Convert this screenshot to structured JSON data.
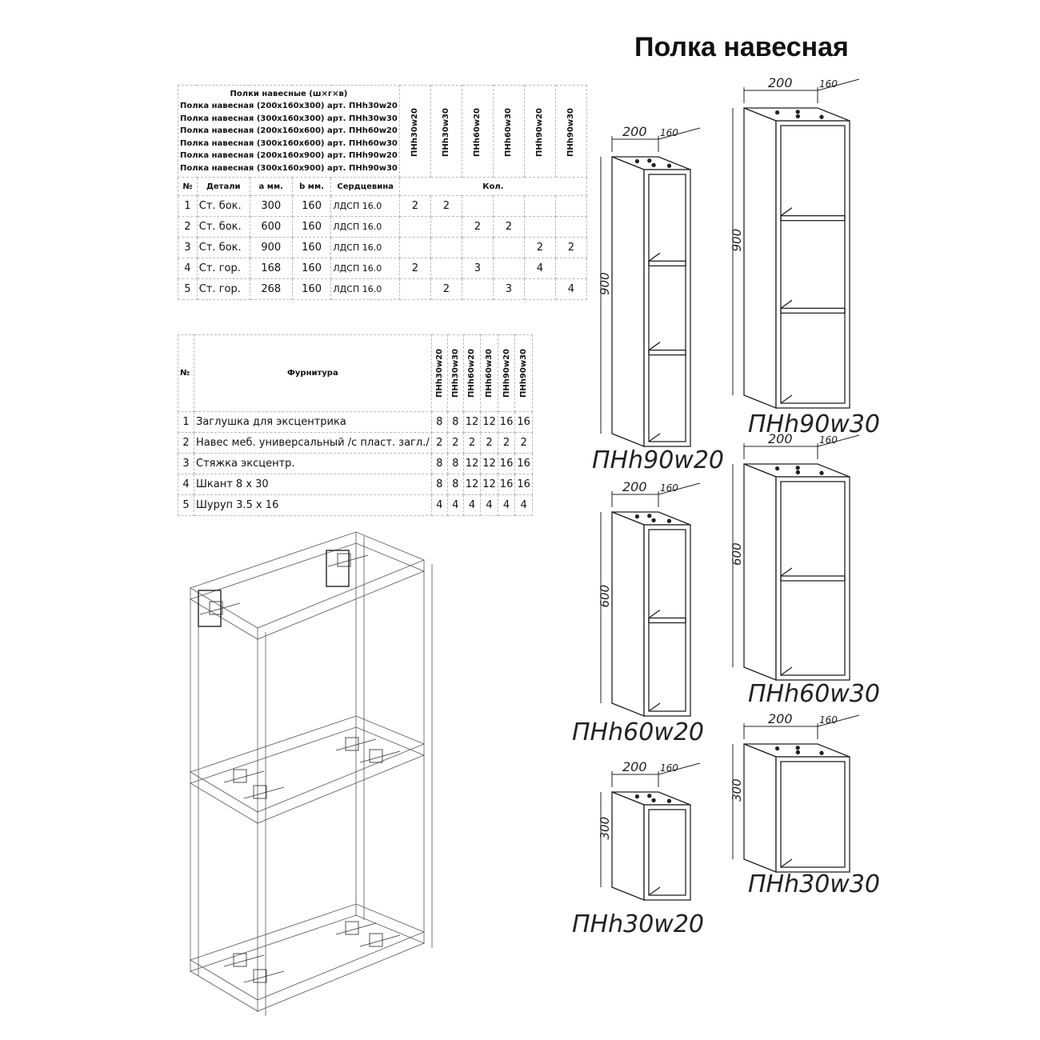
{
  "title": "Полка навесная",
  "parts_table": {
    "caption": "Полки навесные (ш×г×в)",
    "models": [
      "Полка навесная (200x160x300) арт. ПНh30w20",
      "Полка навесная (300x160x300) арт. ПНh30w30",
      "Полка навесная (200x160x600) арт. ПНh60w20",
      "Полка навесная (300x160x600) арт. ПНh60w30",
      "Полка навесная (200x160x900) арт. ПНh90w20",
      "Полка навесная (300x160x900) арт. ПНh90w30"
    ],
    "codes": [
      "ПНh30w20",
      "ПНh30w30",
      "ПНh60w20",
      "ПНh60w30",
      "ПНh90w20",
      "ПНh90w30"
    ],
    "headers": {
      "no": "№",
      "part": "Детали",
      "a": "a мм.",
      "b": "b мм.",
      "core": "Сердцевина",
      "qty": "Кол."
    },
    "rows": [
      {
        "no": "1",
        "part": "Ст. бок.",
        "a": "300",
        "b": "160",
        "core": "ЛДСП 16.0",
        "q": [
          "2",
          "2",
          "",
          "",
          "",
          ""
        ]
      },
      {
        "no": "2",
        "part": "Ст. бок.",
        "a": "600",
        "b": "160",
        "core": "ЛДСП 16.0",
        "q": [
          "",
          "",
          "2",
          "2",
          "",
          ""
        ]
      },
      {
        "no": "3",
        "part": "Ст. бок.",
        "a": "900",
        "b": "160",
        "core": "ЛДСП 16.0",
        "q": [
          "",
          "",
          "",
          "",
          "2",
          "2"
        ]
      },
      {
        "no": "4",
        "part": "Ст. гор.",
        "a": "168",
        "b": "160",
        "core": "ЛДСП 16.0",
        "q": [
          "2",
          "",
          "3",
          "",
          "4",
          ""
        ]
      },
      {
        "no": "5",
        "part": "Ст. гор.",
        "a": "268",
        "b": "160",
        "core": "ЛДСП 16.0",
        "q": [
          "",
          "2",
          "",
          "3",
          "",
          "4"
        ]
      }
    ]
  },
  "hardware_table": {
    "headers": {
      "no": "№",
      "item": "Фурнитура"
    },
    "codes": [
      "ПНh30w20",
      "ПНh30w30",
      "ПНh60w20",
      "ПНh60w30",
      "ПНh90w20",
      "ПНh90w30"
    ],
    "rows": [
      {
        "no": "1",
        "item": "Заглушка для эксцентрика",
        "q": [
          "8",
          "8",
          "12",
          "12",
          "16",
          "16"
        ]
      },
      {
        "no": "2",
        "item": "Навес меб. универсальный /с пласт. загл./",
        "q": [
          "2",
          "2",
          "2",
          "2",
          "2",
          "2"
        ]
      },
      {
        "no": "3",
        "item": "Стяжка эксцентр.",
        "q": [
          "8",
          "8",
          "12",
          "12",
          "16",
          "16"
        ]
      },
      {
        "no": "4",
        "item": "Шкант 8 x 30",
        "q": [
          "8",
          "8",
          "12",
          "12",
          "16",
          "16"
        ]
      },
      {
        "no": "5",
        "item": "Шуруп 3.5 x 16",
        "q": [
          "4",
          "4",
          "4",
          "4",
          "4",
          "4"
        ]
      }
    ]
  },
  "drawings": [
    {
      "label": "ПНh90w20",
      "width": "200",
      "depth": "160",
      "height": "900",
      "compartments": 3
    },
    {
      "label": "ПНh90w30",
      "width": "200",
      "depth": "160",
      "height": "900",
      "compartments": 3
    },
    {
      "label": "ПНh60w20",
      "width": "200",
      "depth": "160",
      "height": "600",
      "compartments": 2
    },
    {
      "label": "ПНh60w30",
      "width": "200",
      "depth": "160",
      "height": "600",
      "compartments": 2
    },
    {
      "label": "ПНh30w20",
      "width": "200",
      "depth": "160",
      "height": "300",
      "compartments": 1
    },
    {
      "label": "ПНh30w30",
      "width": "200",
      "depth": "160",
      "height": "300",
      "compartments": 1
    }
  ]
}
